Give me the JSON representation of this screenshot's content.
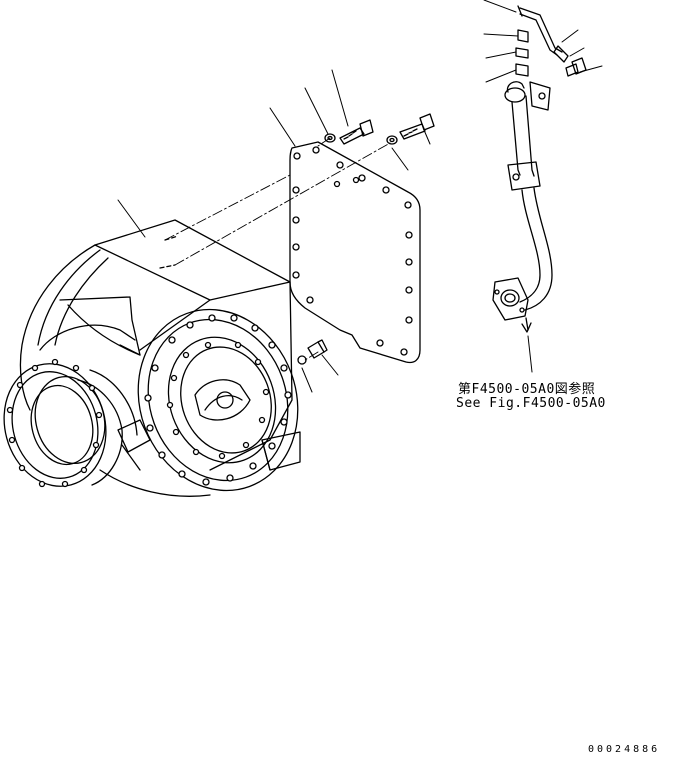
{
  "reference": {
    "japanese": "第F4500-05A0図参照",
    "english": "See Fig.F4500-05A0"
  },
  "drawing_number": "00024886",
  "colors": {
    "line": "#000000",
    "background": "#ffffff"
  }
}
